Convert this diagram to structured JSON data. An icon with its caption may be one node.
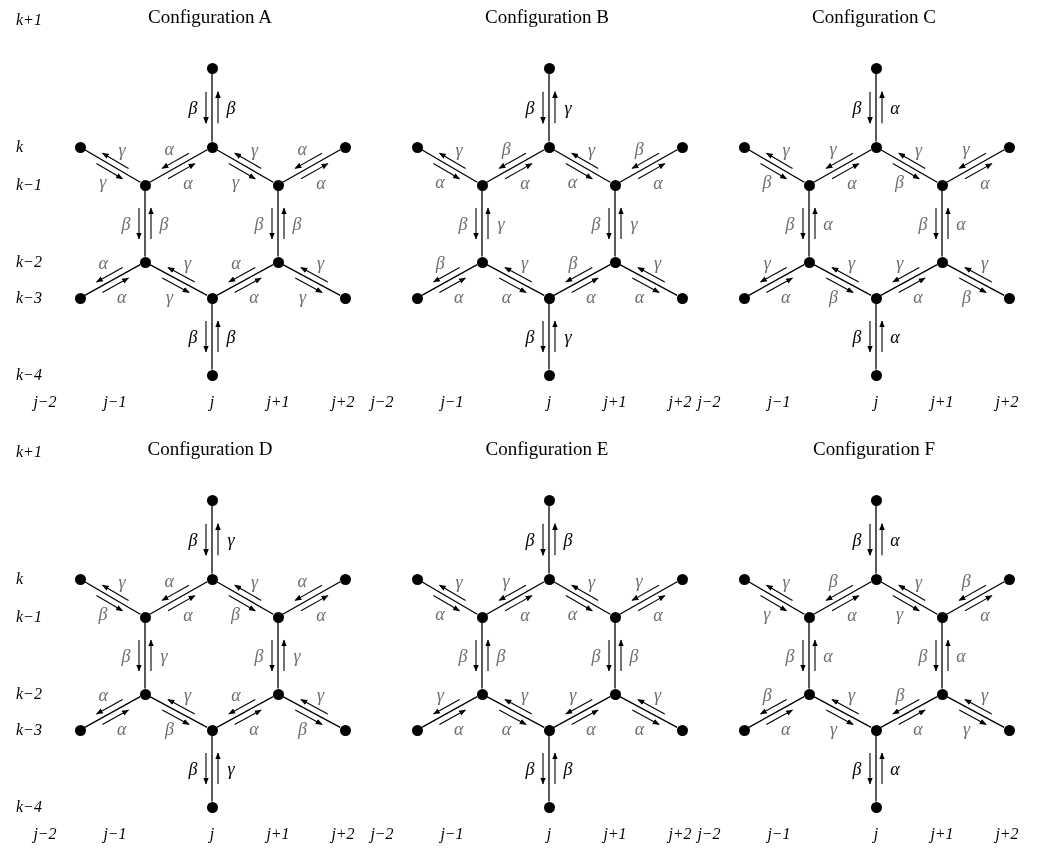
{
  "diagram": {
    "nodes": [
      {
        "text": [
          "Configuration A"
        ]
      },
      {
        "text": [],
        "shape": "circle",
        "in": 0
      },
      {
        "text": [],
        "shape": "circle",
        "in": 0
      },
      {
        "text": [],
        "shape": "circle",
        "in": 0
      },
      {
        "text": [],
        "shape": "circle",
        "in": 0
      },
      {
        "text": [],
        "shape": "circle",
        "in": 0
      },
      {
        "text": [],
        "shape": "circle",
        "in": 0
      },
      {
        "text": [],
        "shape": "circle",
        "in": 0
      },
      {
        "text": [],
        "shape": "circle",
        "in": 0
      },
      {
        "text": [],
        "shape": "circle",
        "in": 0
      },
      {
        "text": [],
        "shape": "circle",
        "in": 0
      },
      {
        "text": [],
        "shape": "circle",
        "in": 0
      },
      {
        "text": [],
        "shape": "circle",
        "in": 0
      },
      {
        "text": [
          "Configuration B"
        ]
      },
      {
        "text": [],
        "shape": "circle",
        "in": 13
      },
      {
        "text": [],
        "shape": "circle",
        "in": 13
      },
      {
        "text": [],
        "shape": "circle",
        "in": 13
      },
      {
        "text": [],
        "shape": "circle",
        "in": 13
      },
      {
        "text": [],
        "shape": "circle",
        "in": 13
      },
      {
        "text": [],
        "shape": "circle",
        "in": 13
      },
      {
        "text": [],
        "shape": "circle",
        "in": 13
      },
      {
        "text": [],
        "shape": "circle",
        "in": 13
      },
      {
        "text": [],
        "shape": "circle",
        "in": 13
      },
      {
        "text": [],
        "shape": "circle",
        "in": 13
      },
      {
        "text": [],
        "shape": "circle",
        "in": 13
      },
      {
        "text": [],
        "shape": "circle",
        "in": 13
      },
      {
        "text": [
          "Configuration C"
        ]
      },
      {
        "text": [],
        "shape": "circle",
        "in": 26
      },
      {
        "text": [],
        "shape": "circle",
        "in": 26
      },
      {
        "text": [],
        "shape": "circle",
        "in": 26
      },
      {
        "text": [],
        "shape": "circle",
        "in": 26
      },
      {
        "text": [],
        "shape": "circle",
        "in": 26
      },
      {
        "text": [],
        "shape": "circle",
        "in": 26
      },
      {
        "text": [],
        "shape": "circle",
        "in": 26
      },
      {
        "text": [],
        "shape": "circle",
        "in": 26
      },
      {
        "text": [],
        "shape": "circle",
        "in": 26
      },
      {
        "text": [],
        "shape": "circle",
        "in": 26
      },
      {
        "text": [],
        "shape": "circle",
        "in": 26
      },
      {
        "text": [],
        "shape": "circle",
        "in": 26
      },
      {
        "text": [
          "Configuration D"
        ]
      },
      {
        "text": [],
        "shape": "circle",
        "in": 39
      },
      {
        "text": [],
        "shape": "circle",
        "in": 39
      },
      {
        "text": [],
        "shape": "circle",
        "in": 39
      },
      {
        "text": [],
        "shape": "circle",
        "in": 39
      },
      {
        "text": [],
        "shape": "circle",
        "in": 39
      },
      {
        "text": [],
        "shape": "circle",
        "in": 39
      },
      {
        "text": [],
        "shape": "circle",
        "in": 39
      },
      {
        "text": [],
        "shape": "circle",
        "in": 39
      },
      {
        "text": [],
        "shape": "circle",
        "in": 39
      },
      {
        "text": [],
        "shape": "circle",
        "in": 39
      },
      {
        "text": [],
        "shape": "circle",
        "in": 39
      },
      {
        "text": [],
        "shape": "circle",
        "in": 39
      },
      {
        "text": [
          "Configuration E"
        ]
      },
      {
        "text": [],
        "shape": "circle",
        "in": 52
      },
      {
        "text": [],
        "shape": "circle",
        "in": 52
      },
      {
        "text": [],
        "shape": "circle",
        "in": 52
      },
      {
        "text": [],
        "shape": "circle",
        "in": 52
      },
      {
        "text": [],
        "shape": "circle",
        "in": 52
      },
      {
        "text": [],
        "shape": "circle",
        "in": 52
      },
      {
        "text": [],
        "shape": "circle",
        "in": 52
      },
      {
        "text": [],
        "shape": "circle",
        "in": 52
      },
      {
        "text": [],
        "shape": "circle",
        "in": 52
      },
      {
        "text": [],
        "shape": "circle",
        "in": 52
      },
      {
        "text": [],
        "shape": "circle",
        "in": 52
      },
      {
        "text": [],
        "shape": "circle",
        "in": 52
      },
      {
        "text": [
          "Configuration F"
        ]
      },
      {
        "text": [],
        "shape": "circle",
        "in": 65
      },
      {
        "text": [],
        "shape": "circle",
        "in": 65
      },
      {
        "text": [],
        "shape": "circle",
        "in": 65
      },
      {
        "text": [],
        "shape": "circle",
        "in": 65
      },
      {
        "text": [],
        "shape": "circle",
        "in": 65
      },
      {
        "text": [],
        "shape": "circle",
        "in": 65
      },
      {
        "text": [],
        "shape": "circle",
        "in": 65
      },
      {
        "text": [],
        "shape": "circle",
        "in": 65
      },
      {
        "text": [],
        "shape": "circle",
        "in": 65
      },
      {
        "text": [],
        "shape": "circle",
        "in": 65
      },
      {
        "text": [],
        "shape": "circle",
        "in": 65
      },
      {
        "text": [],
        "shape": "circle",
        "in": 65
      }
    ],
    "edges": [
      {
        "from": 1,
        "to": 3,
        "arrow": "none"
      },
      {
        "from": 2,
        "to": 5,
        "arrow": "none"
      },
      {
        "from": 3,
        "to": 5,
        "arrow": "none"
      },
      {
        "from": 3,
        "to": 6,
        "arrow": "none"
      },
      {
        "from": 4,
        "to": 6,
        "arrow": "none"
      },
      {
        "from": 5,
        "to": 7,
        "arrow": "none"
      },
      {
        "from": 6,
        "to": 8,
        "arrow": "none"
      },
      {
        "from": 7,
        "to": 9,
        "arrow": "none"
      },
      {
        "from": 7,
        "to": 10,
        "arrow": "none"
      },
      {
        "from": 8,
        "to": 10,
        "arrow": "none"
      },
      {
        "from": 8,
        "to": 11,
        "arrow": "none"
      },
      {
        "from": 10,
        "to": 12,
        "arrow": "none"
      },
      {
        "from": 14,
        "to": 16,
        "arrow": "none"
      },
      {
        "from": 15,
        "to": 18,
        "arrow": "none"
      },
      {
        "from": 16,
        "to": 18,
        "arrow": "none"
      },
      {
        "from": 16,
        "to": 19,
        "arrow": "none"
      },
      {
        "from": 17,
        "to": 19,
        "arrow": "none"
      },
      {
        "from": 18,
        "to": 20,
        "arrow": "none"
      },
      {
        "from": 19,
        "to": 21,
        "arrow": "none"
      },
      {
        "from": 20,
        "to": 22,
        "arrow": "none"
      },
      {
        "from": 20,
        "to": 23,
        "arrow": "none"
      },
      {
        "from": 21,
        "to": 23,
        "arrow": "none"
      },
      {
        "from": 21,
        "to": 24,
        "arrow": "none"
      },
      {
        "from": 23,
        "to": 25,
        "arrow": "none"
      },
      {
        "from": 27,
        "to": 29,
        "arrow": "none"
      },
      {
        "from": 28,
        "to": 31,
        "arrow": "none"
      },
      {
        "from": 29,
        "to": 31,
        "arrow": "none"
      },
      {
        "from": 29,
        "to": 32,
        "arrow": "none"
      },
      {
        "from": 30,
        "to": 32,
        "arrow": "none"
      },
      {
        "from": 31,
        "to": 33,
        "arrow": "none"
      },
      {
        "from": 32,
        "to": 34,
        "arrow": "none"
      },
      {
        "from": 33,
        "to": 35,
        "arrow": "none"
      },
      {
        "from": 33,
        "to": 36,
        "arrow": "none"
      },
      {
        "from": 34,
        "to": 36,
        "arrow": "none"
      },
      {
        "from": 34,
        "to": 37,
        "arrow": "none"
      },
      {
        "from": 36,
        "to": 38,
        "arrow": "none"
      },
      {
        "from": 40,
        "to": 42,
        "arrow": "none"
      },
      {
        "from": 41,
        "to": 44,
        "arrow": "none"
      },
      {
        "from": 42,
        "to": 44,
        "arrow": "none"
      },
      {
        "from": 42,
        "to": 45,
        "arrow": "none"
      },
      {
        "from": 43,
        "to": 45,
        "arrow": "none"
      },
      {
        "from": 44,
        "to": 46,
        "arrow": "none"
      },
      {
        "from": 45,
        "to": 47,
        "arrow": "none"
      },
      {
        "from": 46,
        "to": 48,
        "arrow": "none"
      },
      {
        "from": 46,
        "to": 49,
        "arrow": "none"
      },
      {
        "from": 47,
        "to": 49,
        "arrow": "none"
      },
      {
        "from": 47,
        "to": 50,
        "arrow": "none"
      },
      {
        "from": 49,
        "to": 51,
        "arrow": "none"
      },
      {
        "from": 53,
        "to": 55,
        "arrow": "none"
      },
      {
        "from": 54,
        "to": 57,
        "arrow": "none"
      },
      {
        "from": 55,
        "to": 57,
        "arrow": "none"
      },
      {
        "from": 55,
        "to": 58,
        "arrow": "none"
      },
      {
        "from": 56,
        "to": 58,
        "arrow": "none"
      },
      {
        "from": 57,
        "to": 59,
        "arrow": "none"
      },
      {
        "from": 58,
        "to": 60,
        "arrow": "none"
      },
      {
        "from": 59,
        "to": 61,
        "arrow": "none"
      },
      {
        "from": 59,
        "to": 62,
        "arrow": "none"
      },
      {
        "from": 60,
        "to": 62,
        "arrow": "none"
      },
      {
        "from": 60,
        "to": 63,
        "arrow": "none"
      },
      {
        "from": 62,
        "to": 64,
        "arrow": "none"
      },
      {
        "from": 66,
        "to": 68,
        "arrow": "none"
      },
      {
        "from": 67,
        "to": 70,
        "arrow": "none"
      },
      {
        "from": 68,
        "to": 70,
        "arrow": "none"
      },
      {
        "from": 68,
        "to": 71,
        "arrow": "none"
      },
      {
        "from": 69,
        "to": 71,
        "arrow": "none"
      },
      {
        "from": 70,
        "to": 72,
        "arrow": "none"
      },
      {
        "from": 71,
        "to": 73,
        "arrow": "none"
      },
      {
        "from": 72,
        "to": 74,
        "arrow": "none"
      },
      {
        "from": 72,
        "to": 75,
        "arrow": "none"
      },
      {
        "from": 73,
        "to": 75,
        "arrow": "none"
      },
      {
        "from": 73,
        "to": 76,
        "arrow": "none"
      },
      {
        "from": 75,
        "to": 77,
        "arrow": "none"
      }
    ],
    "labels": [
      "k+1",
      "k",
      "k−1",
      "k−2",
      "k−3",
      "k−4",
      "β",
      "β",
      "γ",
      "γ",
      "α",
      "α",
      "γ",
      "γ",
      "α",
      "α",
      "β",
      "β",
      "β",
      "β",
      "α",
      "α",
      "γ",
      "γ",
      "α",
      "α",
      "γ",
      "γ",
      "β",
      "β",
      "j−2",
      "j−1",
      "j",
      "j+1",
      "j+2",
      "β",
      "γ",
      "γ",
      "α",
      "β",
      "α",
      "γ",
      "α",
      "β",
      "α",
      "β",
      "γ",
      "β",
      "γ",
      "β",
      "α",
      "γ",
      "α",
      "β",
      "α",
      "γ",
      "α",
      "β",
      "γ",
      "j−2",
      "j−1",
      "j",
      "j+1",
      "j+2",
      "β",
      "α",
      "γ",
      "β",
      "γ",
      "α",
      "γ",
      "β",
      "γ",
      "α",
      "β",
      "α",
      "β",
      "α",
      "γ",
      "α",
      "γ",
      "β",
      "γ",
      "α",
      "γ",
      "β",
      "β",
      "α",
      "j−2",
      "j−1",
      "j",
      "j+1",
      "j+2",
      "k+1",
      "k",
      "k−1",
      "k−2",
      "k−3",
      "k−4",
      "β",
      "γ",
      "γ",
      "β",
      "α",
      "α",
      "γ",
      "β",
      "α",
      "α",
      "β",
      "γ",
      "β",
      "γ",
      "α",
      "α",
      "γ",
      "β",
      "α",
      "α",
      "γ",
      "β",
      "β",
      "γ",
      "j−2",
      "j−1",
      "j",
      "j+1",
      "j+2",
      "β",
      "β",
      "γ",
      "α",
      "γ",
      "α",
      "γ",
      "α",
      "γ",
      "α",
      "β",
      "β",
      "β",
      "β",
      "γ",
      "α",
      "γ",
      "α",
      "γ",
      "α",
      "γ",
      "α",
      "β",
      "β",
      "j−2",
      "j−1",
      "j",
      "j+1",
      "j+2",
      "β",
      "α",
      "γ",
      "γ",
      "β",
      "α",
      "γ",
      "γ",
      "β",
      "α",
      "β",
      "α",
      "β",
      "α",
      "β",
      "α",
      "γ",
      "γ",
      "β",
      "α",
      "γ",
      "γ",
      "β",
      "α",
      "j−2",
      "j−1",
      "j",
      "j+1",
      "j+2"
    ]
  }
}
